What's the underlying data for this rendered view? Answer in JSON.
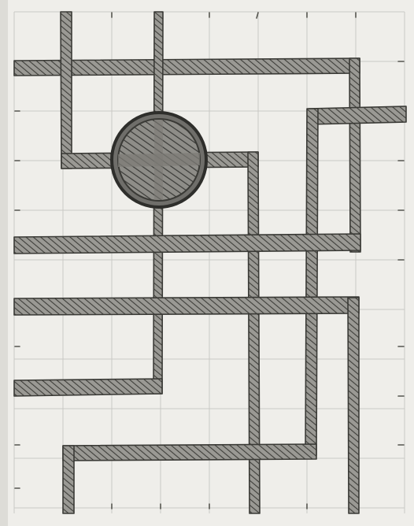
{
  "scene": {
    "kind": "hand-drawn pencil maze on graph paper",
    "colors": {
      "paper": "#efeeea",
      "paper_shadow": "#d9d8d3",
      "grid_line": "#c9c8c4",
      "tick_mark": "#55554f",
      "pencil": "#4a4a46",
      "pencil_dark": "#2f2f2c",
      "hatch_fill": "#8a8a85"
    },
    "grid": {
      "columns": 8,
      "rows": 10
    },
    "marker": {
      "shape": "circle",
      "style": "hatched",
      "cell": [
        2.5,
        3
      ]
    }
  }
}
